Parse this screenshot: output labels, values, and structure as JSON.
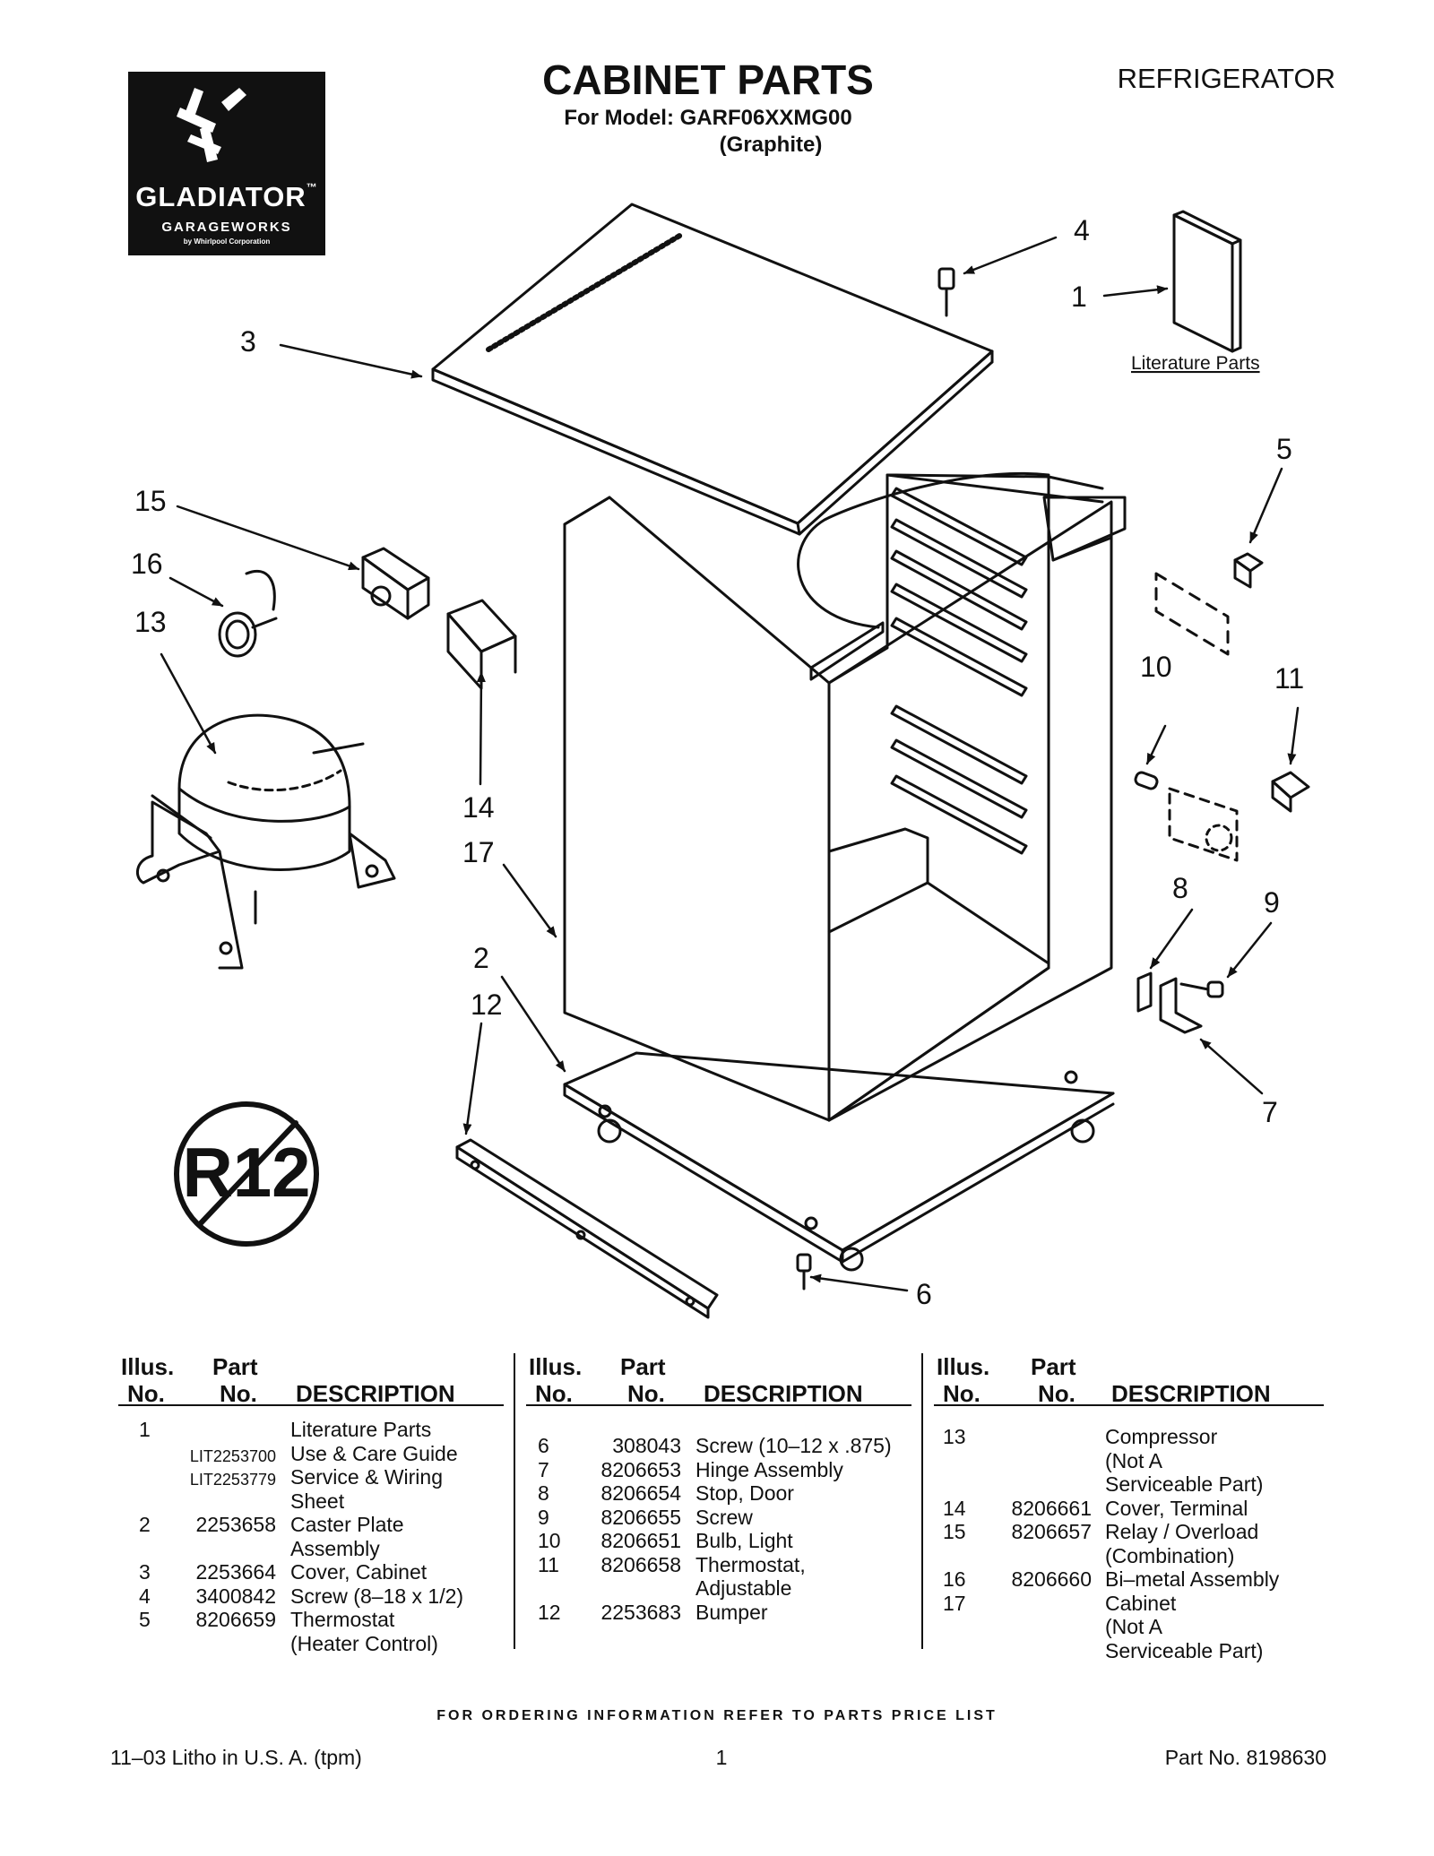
{
  "header": {
    "title": "CABINET PARTS",
    "model_line": "For Model: GARF06XXMG00",
    "variant": "(Graphite)",
    "category": "REFRIGERATOR"
  },
  "logo": {
    "brand": "GLADIATOR",
    "tm": "™",
    "sub": "GARAGEWORKS",
    "byline": "by Whirlpool Corporation"
  },
  "diagram": {
    "callouts": [
      "1",
      "2",
      "3",
      "4",
      "5",
      "6",
      "7",
      "8",
      "9",
      "10",
      "11",
      "12",
      "13",
      "14",
      "15",
      "16",
      "17"
    ],
    "literature_caption": "Literature Parts",
    "refrigerant_mark": "R12"
  },
  "tables": {
    "headers": {
      "illus": "Illus.",
      "no": "No.",
      "part": "Part",
      "description": "DESCRIPTION"
    },
    "col1": [
      {
        "illus": "1",
        "part": "",
        "desc": "Literature Parts"
      },
      {
        "illus": "",
        "part": "LIT2253700",
        "desc": "Use & Care Guide"
      },
      {
        "illus": "",
        "part": "LIT2253779",
        "desc": "Service & Wiring"
      },
      {
        "illus": "",
        "part": "",
        "desc": "Sheet"
      },
      {
        "illus": "2",
        "part": "2253658",
        "desc": "Caster Plate"
      },
      {
        "illus": "",
        "part": "",
        "desc": "Assembly"
      },
      {
        "illus": "3",
        "part": "2253664",
        "desc": "Cover, Cabinet"
      },
      {
        "illus": "4",
        "part": "3400842",
        "desc": "Screw (8–18 x 1/2)"
      },
      {
        "illus": "5",
        "part": "8206659",
        "desc": "Thermostat"
      },
      {
        "illus": "",
        "part": "",
        "desc": "(Heater Control)"
      }
    ],
    "col2": [
      {
        "illus": "6",
        "part": "308043",
        "desc": "Screw (10–12 x .875)"
      },
      {
        "illus": "7",
        "part": "8206653",
        "desc": "Hinge Assembly"
      },
      {
        "illus": "8",
        "part": "8206654",
        "desc": "Stop, Door"
      },
      {
        "illus": "9",
        "part": "8206655",
        "desc": "Screw"
      },
      {
        "illus": "10",
        "part": "8206651",
        "desc": "Bulb, Light"
      },
      {
        "illus": "11",
        "part": "8206658",
        "desc": "Thermostat,"
      },
      {
        "illus": "",
        "part": "",
        "desc": "Adjustable"
      },
      {
        "illus": "12",
        "part": "2253683",
        "desc": "Bumper"
      }
    ],
    "col3": [
      {
        "illus": "13",
        "part": "",
        "desc": "Compressor"
      },
      {
        "illus": "",
        "part": "",
        "desc": "(Not A"
      },
      {
        "illus": "",
        "part": "",
        "desc": "Serviceable Part)"
      },
      {
        "illus": "14",
        "part": "8206661",
        "desc": "Cover, Terminal"
      },
      {
        "illus": "15",
        "part": "8206657",
        "desc": "Relay / Overload"
      },
      {
        "illus": "",
        "part": "",
        "desc": "(Combination)"
      },
      {
        "illus": "16",
        "part": "8206660",
        "desc": "Bi–metal Assembly"
      },
      {
        "illus": "17",
        "part": "",
        "desc": "Cabinet"
      },
      {
        "illus": "",
        "part": "",
        "desc": "(Not A"
      },
      {
        "illus": "",
        "part": "",
        "desc": "Serviceable Part)"
      }
    ]
  },
  "footer": {
    "ordering": "FOR ORDERING INFORMATION REFER TO PARTS PRICE LIST",
    "litho": "11–03 Litho in U.S. A. (tpm)",
    "page": "1",
    "part_no": "Part No. 8198630"
  }
}
